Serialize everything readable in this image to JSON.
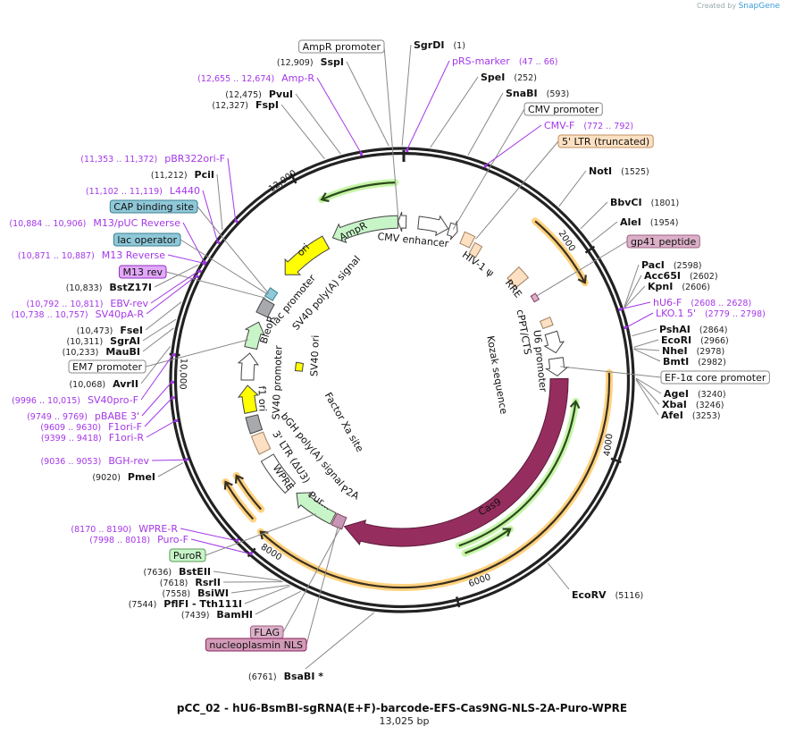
{
  "credit": {
    "prefix": "Created by",
    "brand": "SnapGene"
  },
  "plasmid": {
    "title": "pCC_02 - hU6-BsmBI-sgRNA(E+F)-barcode-EFS-Cas9NG-NLS-2A-Puro-WPRE",
    "size_label": "13,025 bp",
    "length_bp": 13025
  },
  "colors": {
    "enzyme": "#111111",
    "primer": "#a437e8",
    "cas9": "#962d5f",
    "orf_orange": "#ffc966",
    "orf_green": "#b8f09a",
    "ori": "#ffff00",
    "ltr": "#fde0c2",
    "marker": "#c8f5c8"
  },
  "ticks": [
    "2000",
    "4000",
    "6000",
    "8000",
    "10,000",
    "12,000"
  ],
  "left_annotations": [
    {
      "kind": "feature",
      "name": "AmpR promoter",
      "style": "white"
    },
    {
      "kind": "enzyme",
      "name": "SspI",
      "loc": "(12,909)"
    },
    {
      "kind": "primer",
      "name": "Amp-R",
      "loc": "(12,655 .. 12,674)"
    },
    {
      "kind": "enzyme",
      "name": "PvuI",
      "loc": "(12,475)"
    },
    {
      "kind": "enzyme",
      "name": "FspI",
      "loc": "(12,327)"
    },
    {
      "kind": "primer",
      "name": "pBR322ori-F",
      "loc": "(11,353 .. 11,372)"
    },
    {
      "kind": "enzyme",
      "name": "PciI",
      "loc": "(11,212)"
    },
    {
      "kind": "primer",
      "name": "L4440",
      "loc": "(11,102 .. 11,119)"
    },
    {
      "kind": "feature",
      "name": "CAP binding site",
      "style": "teal"
    },
    {
      "kind": "primer",
      "name": "M13/pUC Reverse",
      "loc": "(10,884 .. 10,906)"
    },
    {
      "kind": "feature",
      "name": "lac operator",
      "style": "teal"
    },
    {
      "kind": "primer",
      "name": "M13 Reverse",
      "loc": "(10,871 .. 10,887)"
    },
    {
      "kind": "feature",
      "name": "M13 rev",
      "style": "purple"
    },
    {
      "kind": "enzyme",
      "name": "BstZ17I",
      "loc": "(10,833)"
    },
    {
      "kind": "primer",
      "name": "EBV-rev",
      "loc": "(10,792 .. 10,811)"
    },
    {
      "kind": "primer",
      "name": "SV40pA-R",
      "loc": "(10,738 .. 10,757)"
    },
    {
      "kind": "enzyme",
      "name": "FseI",
      "loc": "(10,473)"
    },
    {
      "kind": "enzyme",
      "name": "SgrAI",
      "loc": "(10,311)"
    },
    {
      "kind": "enzyme",
      "name": "MauBI",
      "loc": "(10,233)"
    },
    {
      "kind": "feature",
      "name": "EM7 promoter",
      "style": "white"
    },
    {
      "kind": "enzyme",
      "name": "AvrII",
      "loc": "(10,068)"
    },
    {
      "kind": "primer",
      "name": "SV40pro-F",
      "loc": "(9996 .. 10,015)"
    },
    {
      "kind": "primer",
      "name": "pBABE 3'",
      "loc": "(9749 .. 9769)"
    },
    {
      "kind": "primer",
      "name": "F1ori-F",
      "loc": "(9609 .. 9630)"
    },
    {
      "kind": "primer",
      "name": "F1ori-R",
      "loc": "(9399 .. 9418)"
    },
    {
      "kind": "primer",
      "name": "BGH-rev",
      "loc": "(9036 .. 9053)"
    },
    {
      "kind": "enzyme",
      "name": "PmeI",
      "loc": "(9020)"
    },
    {
      "kind": "primer",
      "name": "WPRE-R",
      "loc": "(8170 .. 8190)"
    },
    {
      "kind": "primer",
      "name": "Puro-F",
      "loc": "(7998 .. 8018)"
    },
    {
      "kind": "feature",
      "name": "PuroR",
      "style": "green"
    },
    {
      "kind": "enzyme",
      "name": "BstEII",
      "loc": "(7636)"
    },
    {
      "kind": "enzyme",
      "name": "RsrII",
      "loc": "(7618)"
    },
    {
      "kind": "enzyme",
      "name": "BsiWI",
      "loc": "(7558)"
    },
    {
      "kind": "enzyme",
      "name": "PflFI  - Tth111I",
      "loc": "(7544)"
    },
    {
      "kind": "enzyme",
      "name": "BamHI",
      "loc": "(7439)"
    },
    {
      "kind": "feature",
      "name": "FLAG",
      "style": "pink"
    },
    {
      "kind": "feature",
      "name": "nucleoplasmin NLS",
      "style": "nls"
    },
    {
      "kind": "enzyme",
      "name": "BsaBI *",
      "loc": "(6761)"
    }
  ],
  "right_annotations": [
    {
      "kind": "enzyme",
      "name": "SgrDI",
      "loc": "(1)"
    },
    {
      "kind": "primer",
      "name": "pRS-marker",
      "loc": "(47 .. 66)"
    },
    {
      "kind": "enzyme",
      "name": "SpeI",
      "loc": "(252)"
    },
    {
      "kind": "enzyme",
      "name": "SnaBI",
      "loc": "(593)"
    },
    {
      "kind": "feature",
      "name": "CMV promoter",
      "style": "white"
    },
    {
      "kind": "primer",
      "name": "CMV-F",
      "loc": "(772 .. 792)"
    },
    {
      "kind": "feature",
      "name": "5' LTR (truncated)",
      "style": "peach"
    },
    {
      "kind": "enzyme",
      "name": "NotI",
      "loc": "(1525)"
    },
    {
      "kind": "enzyme",
      "name": "BbvCI",
      "loc": "(1801)"
    },
    {
      "kind": "enzyme",
      "name": "AleI",
      "loc": "(1954)"
    },
    {
      "kind": "feature",
      "name": "gp41 peptide",
      "style": "pink"
    },
    {
      "kind": "enzyme",
      "name": "PacI",
      "loc": "(2598)"
    },
    {
      "kind": "enzyme",
      "name": "Acc65I",
      "loc": "(2602)"
    },
    {
      "kind": "enzyme",
      "name": "KpnI",
      "loc": "(2606)"
    },
    {
      "kind": "primer",
      "name": "hU6-F",
      "loc": "(2608 .. 2628)"
    },
    {
      "kind": "primer",
      "name": "LKO.1 5'",
      "loc": "(2779 .. 2798)"
    },
    {
      "kind": "enzyme",
      "name": "PshAI",
      "loc": "(2864)"
    },
    {
      "kind": "enzyme",
      "name": "EcoRI",
      "loc": "(2966)"
    },
    {
      "kind": "enzyme",
      "name": "NheI",
      "loc": "(2978)"
    },
    {
      "kind": "enzyme",
      "name": "BmtI",
      "loc": "(2982)"
    },
    {
      "kind": "feature",
      "name": "EF-1α core promoter",
      "style": "white"
    },
    {
      "kind": "enzyme",
      "name": "AgeI",
      "loc": "(3240)"
    },
    {
      "kind": "enzyme",
      "name": "XbaI",
      "loc": "(3246)"
    },
    {
      "kind": "enzyme",
      "name": "AfeI",
      "loc": "(3253)"
    },
    {
      "kind": "enzyme",
      "name": "EcoRV",
      "loc": "(5116)"
    }
  ],
  "inner_labels": [
    "CMV enhancer",
    "HIV-1 ψ",
    "RRE",
    "cPPT/CTS",
    "U6 promoter",
    "Kozak sequence",
    "Cas9",
    "P2A",
    "Pur...",
    "WPRE",
    "3' LTR (ΔU3)",
    "bGH poly(A) signal",
    "Factor Xa site",
    "SV40 ori",
    "f1 ori",
    "SV40 promoter",
    "BleoR",
    "lac promoter",
    "SV40 poly(A) signal",
    "ori",
    "AmpR"
  ]
}
